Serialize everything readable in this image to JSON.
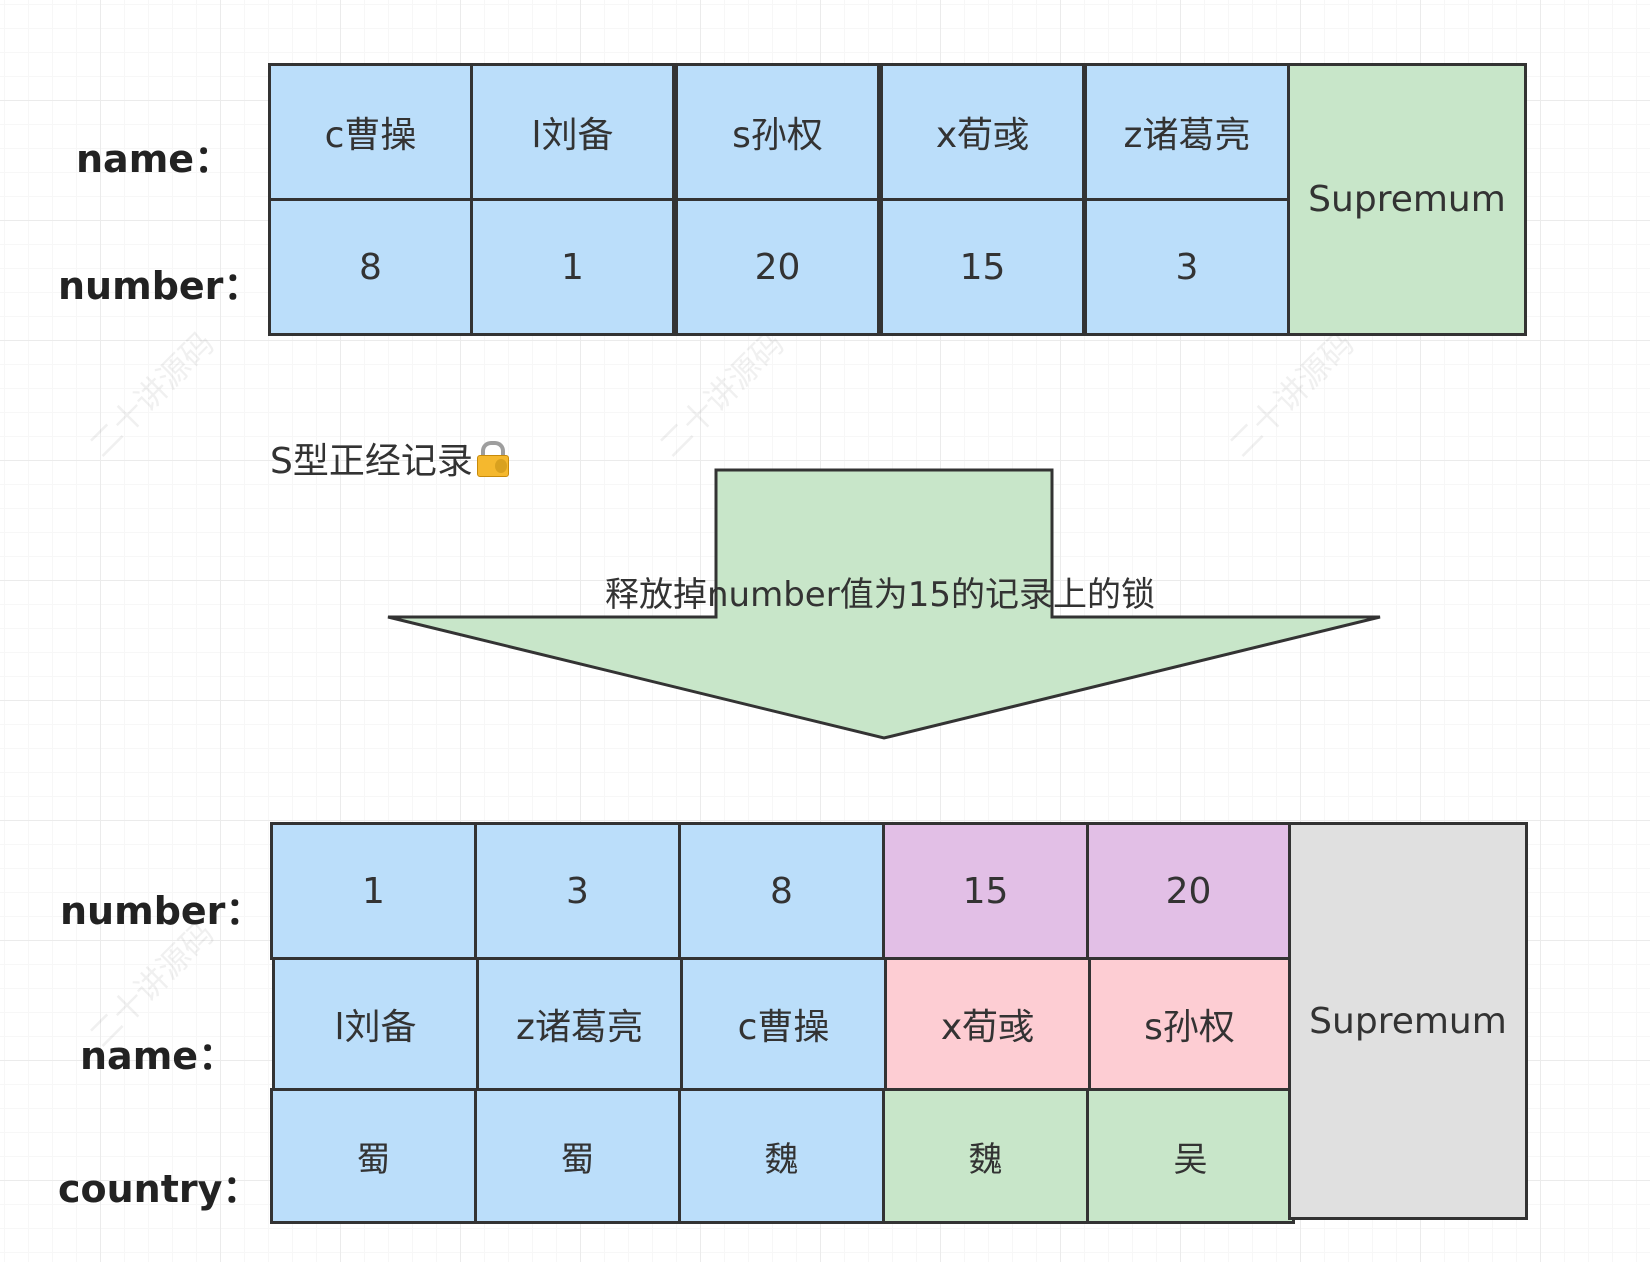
{
  "top_table": {
    "labels": {
      "name": "name：",
      "number": "number："
    },
    "columns": [
      {
        "name": "c曹操",
        "number": "8"
      },
      {
        "name": "l刘备",
        "number": "1"
      },
      {
        "name": "s孙权",
        "number": "20"
      },
      {
        "name": "x荀彧",
        "number": "15"
      },
      {
        "name": "z诸葛亮",
        "number": "3"
      }
    ],
    "supremum": "Supremum"
  },
  "lock_note": "S型正经记录",
  "arrow_label": "释放掉number值为15的记录上的锁",
  "bottom_table": {
    "labels": {
      "number": "number：",
      "name": "name：",
      "country": "country："
    },
    "columns": [
      {
        "number": "1",
        "name": "l刘备",
        "country": "蜀"
      },
      {
        "number": "3",
        "name": "z诸葛亮",
        "country": "蜀"
      },
      {
        "number": "8",
        "name": "c曹操",
        "country": "魏"
      },
      {
        "number": "15",
        "name": "x荀彧",
        "country": "魏"
      },
      {
        "number": "20",
        "name": "s孙权",
        "country": "吴"
      }
    ],
    "supremum": "Supremum"
  },
  "watermark": "二十讲源码",
  "colors": {
    "blue": "#bbdefa",
    "green": "#c8e6c9",
    "purple": "#e2bfe6",
    "pink": "#fdcdd3",
    "gray": "#e0e0e0",
    "border": "#333333"
  },
  "icons": {
    "lock": "lock-with-key-icon"
  }
}
